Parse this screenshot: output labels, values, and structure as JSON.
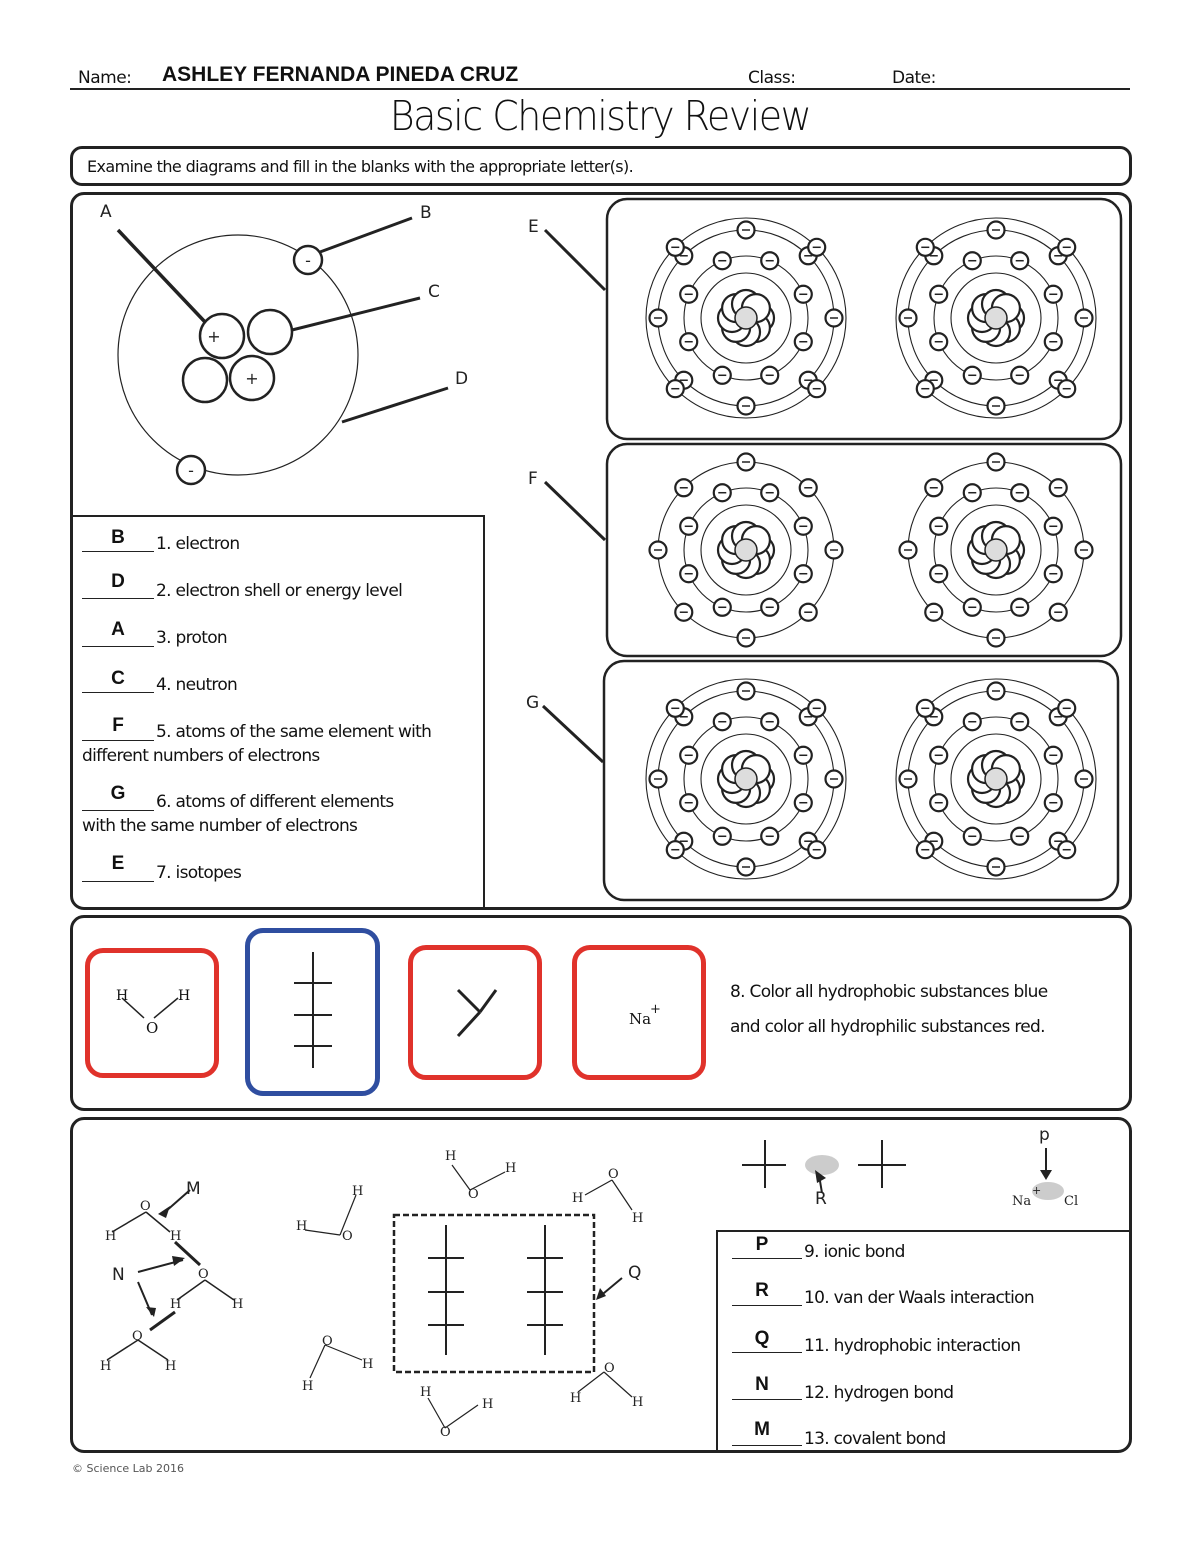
{
  "header": {
    "name_label": "Name:",
    "student_name": "ASHLEY FERNANDA PINEDA CRUZ",
    "class_label": "Class:",
    "date_label": "Date:"
  },
  "title": "Basic Chemistry Review",
  "instructions": "Examine the diagrams and fill in the blanks with the appropriate letter(s).",
  "atom_labels": [
    "A",
    "B",
    "C",
    "D",
    "E",
    "F",
    "G"
  ],
  "atom_symbols": {
    "plus": "+",
    "minus": "-"
  },
  "questions_part1": [
    {
      "answer": "B",
      "number": "1.",
      "text": "electron"
    },
    {
      "answer": "D",
      "number": "2.",
      "text": "electron shell or energy level"
    },
    {
      "answer": "A",
      "number": "3.",
      "text": "proton"
    },
    {
      "answer": "C",
      "number": "4.",
      "text": "neutron"
    },
    {
      "answer": "F",
      "number": "5.",
      "text": "atoms of the same element with",
      "text2": "different numbers of electrons"
    },
    {
      "answer": "G",
      "number": "6.",
      "text": "atoms of different elements",
      "text2": "with the same number of electrons"
    },
    {
      "answer": "E",
      "number": "7.",
      "text": "isotopes"
    }
  ],
  "hydro": {
    "instruction_line1": "8. Color all hydrophobic substances blue",
    "instruction_line2": "and color all hydrophilic substances red.",
    "water": {
      "h1": "H",
      "h2": "H",
      "o": "O"
    },
    "sodium": {
      "symbol": "Na",
      "charge": "+"
    },
    "box_colors": [
      "#e0322b",
      "#2f4ea0",
      "#e0322b",
      "#e0322b"
    ]
  },
  "bonds": {
    "labels": {
      "M": "M",
      "N": "N",
      "P": "p",
      "Q": "Q",
      "R": "R"
    },
    "atoms": {
      "h": "H",
      "o": "O",
      "na": "Na",
      "na_charge": "+",
      "cl": "Cl"
    },
    "questions": [
      {
        "answer": "P",
        "number": "9.",
        "text": "ionic bond"
      },
      {
        "answer": "R",
        "number": "10.",
        "text": "van der Waals interaction"
      },
      {
        "answer": "Q",
        "number": "11.",
        "text": "hydrophobic interaction"
      },
      {
        "answer": "N",
        "number": "12.",
        "text": "hydrogen bond"
      },
      {
        "answer": "M",
        "number": "13.",
        "text": "covalent bond"
      }
    ]
  },
  "footer": "© Science Lab 2016"
}
